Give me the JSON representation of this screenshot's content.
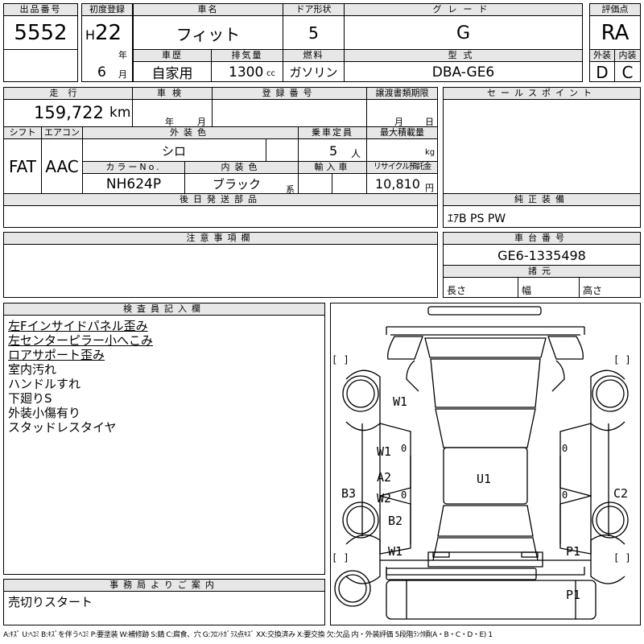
{
  "sheet": {
    "lot": {
      "label": "出品番号",
      "value": "5552"
    },
    "first_reg": {
      "label": "初度登録",
      "era": "H",
      "year": "22",
      "year_unit": "年",
      "month": "6",
      "month_unit": "月"
    },
    "car_name": {
      "label": "車名",
      "value": "フィット"
    },
    "door": {
      "label": "ドア形状",
      "value": "5"
    },
    "grade": {
      "label": "グレード",
      "value": "G"
    },
    "rating": {
      "label": "評価点",
      "value": "RA"
    },
    "history": {
      "label": "車歴",
      "value": "自家用"
    },
    "displacement": {
      "label": "排気量",
      "value": "1300",
      "unit": "cc"
    },
    "fuel": {
      "label": "燃料",
      "value": "ガソリン"
    },
    "model": {
      "label": "型式",
      "value": "DBA-GE6"
    },
    "exterior_score": {
      "label": "外装",
      "value": "D"
    },
    "interior_score": {
      "label": "内装",
      "value": "C"
    },
    "mileage": {
      "label": "走行",
      "value": "159,722",
      "unit": "km"
    },
    "inspection": {
      "label": "車検",
      "year_unit": "年",
      "month_unit": "月"
    },
    "plate": {
      "label": "登録番号"
    },
    "transfer": {
      "label": "譲渡書類期限",
      "month_unit": "月",
      "day_unit": "日"
    },
    "sales_point": {
      "label": "セールスポイント"
    },
    "shift": {
      "label": "シフト",
      "value": "FAT"
    },
    "aircon": {
      "label": "エアコン",
      "value": "AAC"
    },
    "ext_color": {
      "label": "外装色",
      "value": "シロ"
    },
    "capacity": {
      "label": "乗車定員",
      "value": "5",
      "unit": "人"
    },
    "max_load": {
      "label": "最大積載量",
      "unit": "kg"
    },
    "color_no": {
      "label": "カラーNo.",
      "value": "NH624P"
    },
    "int_color": {
      "label": "内装色",
      "value": "ブラック",
      "suffix": "系"
    },
    "import": {
      "label": "輸入車"
    },
    "recycle": {
      "label": "リサイクル預託金",
      "value": "10,810",
      "unit": "円"
    },
    "later_parts": {
      "label": "後日発送部品"
    },
    "equipment": {
      "label": "純正装備",
      "value": "ｴｱB PS PW"
    },
    "notes": {
      "label": "注意事項欄"
    },
    "chassis": {
      "label": "車台番号",
      "value": "GE6-1335498"
    },
    "dims": {
      "label": "諸元",
      "length": "長さ",
      "width": "幅",
      "height": "高さ"
    },
    "inspector": {
      "label": "検査員記入欄",
      "lines": [
        "左Fインサイドパネル歪み",
        "左センターピラー小へこみ",
        "ロアサポート歪み",
        "室内汚れ",
        "ハンドルすれ",
        "下廻りS",
        "外装小傷有り",
        "スタッドレスタイヤ"
      ]
    },
    "office": {
      "label": "事務局よりご案内",
      "value": "売切りスタート"
    },
    "legend": "A:ｷｽﾞ U:ﾍｺﾐ B:ｷｽﾞを伴うﾍｺﾐ P:要塗装 W:補修跡 S:錆 C:腐食、穴 G:ﾌﾛﾝﾄｶﾞﾗｽ点ｷｽﾞ XX:交換済み X:要交換 欠:欠品 内・外装評価 5段階ﾗﾝｸ順(A・B・C・D・E) 1",
    "marks": {
      "w1_a": "W1",
      "w1_b": "W1",
      "zero_a": "0",
      "a2": "A2",
      "w2": "W2",
      "zero_b": "0",
      "zero_c": "0",
      "u1": "U1",
      "b3": "B3",
      "c2": "C2",
      "b2": "B2",
      "w1_c": "W1",
      "p1_a": "P1",
      "p1_b": "P1",
      "zero_d": "0",
      "br_tl": "[ ]",
      "br_tr": "[ ]",
      "br_bl": "[ ]",
      "br_br": "[ ]"
    }
  }
}
